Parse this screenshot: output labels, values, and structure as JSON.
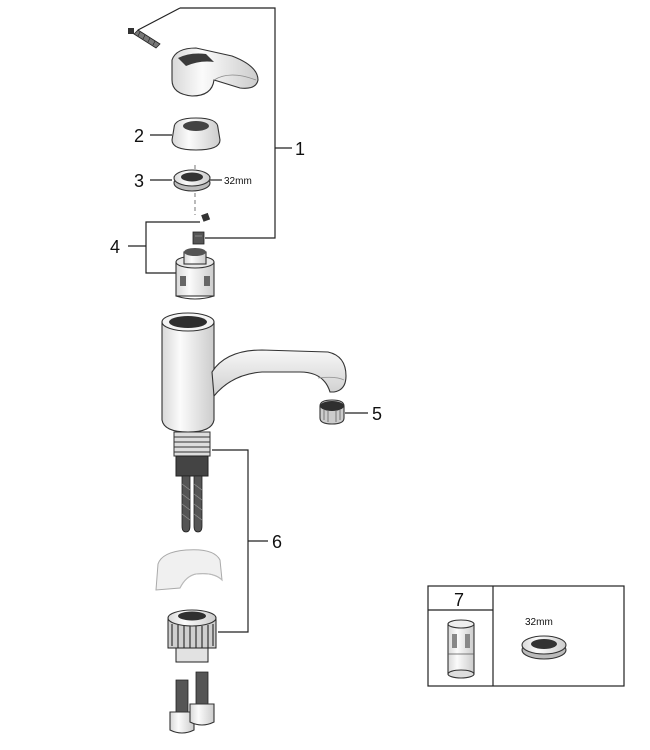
{
  "callouts": {
    "c1": "1",
    "c2": "2",
    "c3": "3",
    "c4": "4",
    "c5": "5",
    "c6": "6",
    "c7": "7"
  },
  "dimension_labels": {
    "ring_size": "32mm",
    "box_ring_size": "32mm"
  },
  "colors": {
    "line": "#222222",
    "part_fill": "#f2f2f2",
    "part_shade": "#cfcfcf",
    "dark": "#3a3a3a"
  }
}
